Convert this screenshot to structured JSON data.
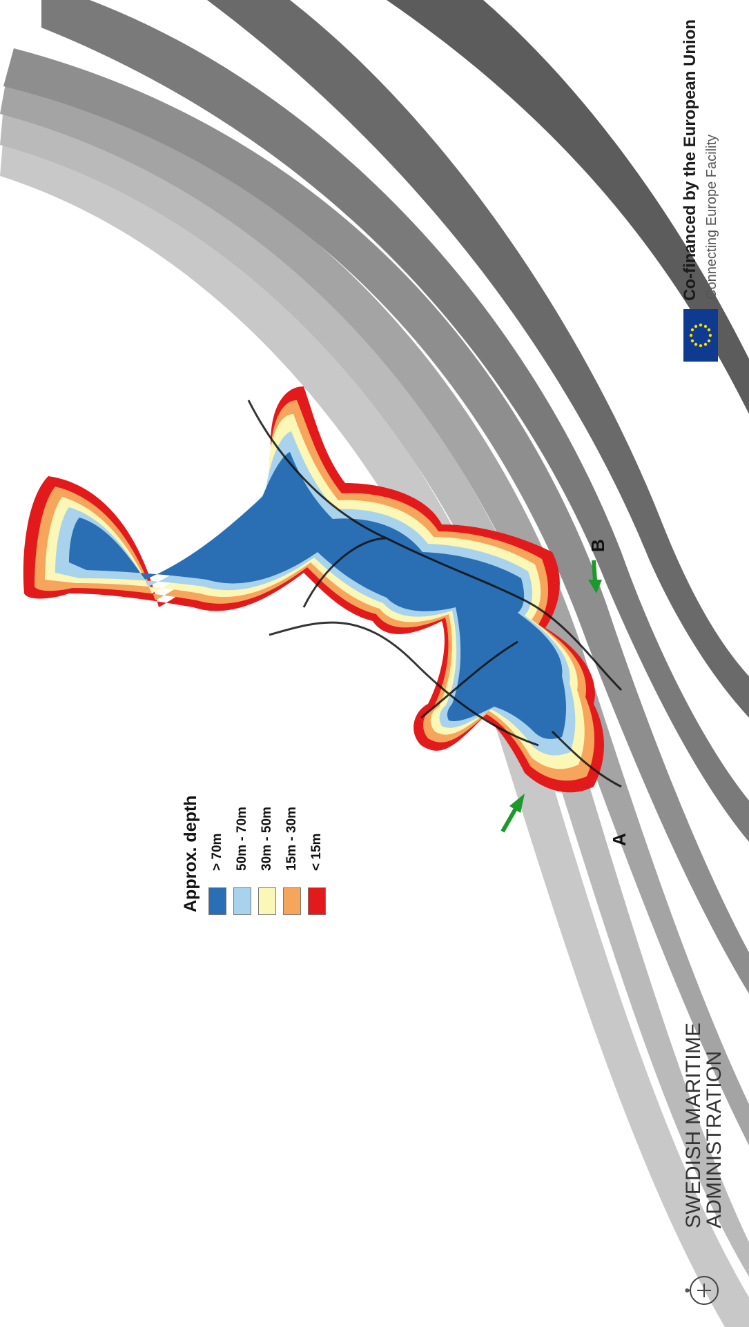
{
  "map": {
    "legend": {
      "title": "Approx. depth",
      "items": [
        {
          "label": "> 70m",
          "color": "#2a6fb4"
        },
        {
          "label": "50m - 70m",
          "color": "#a9d3ec"
        },
        {
          "label": "30m - 50m",
          "color": "#fbf7b6"
        },
        {
          "label": "15m - 30m",
          "color": "#f6a65c"
        },
        {
          "label": "< 15m",
          "color": "#e31a1c"
        }
      ]
    },
    "markers": [
      {
        "label": "A",
        "arrow_color": "#1a9a2a"
      },
      {
        "label": "B",
        "arrow_color": "#1a9a2a"
      }
    ]
  },
  "branding": {
    "agency_line1": "SWEDISH MARITIME",
    "agency_line2": "ADMINISTRATION",
    "eu_line1": "Co-financed by the European Union",
    "eu_line2": "Connecting Europe Facility",
    "eu_flag_color": "#0e3b8f",
    "eu_star_color": "#ffdd00"
  }
}
